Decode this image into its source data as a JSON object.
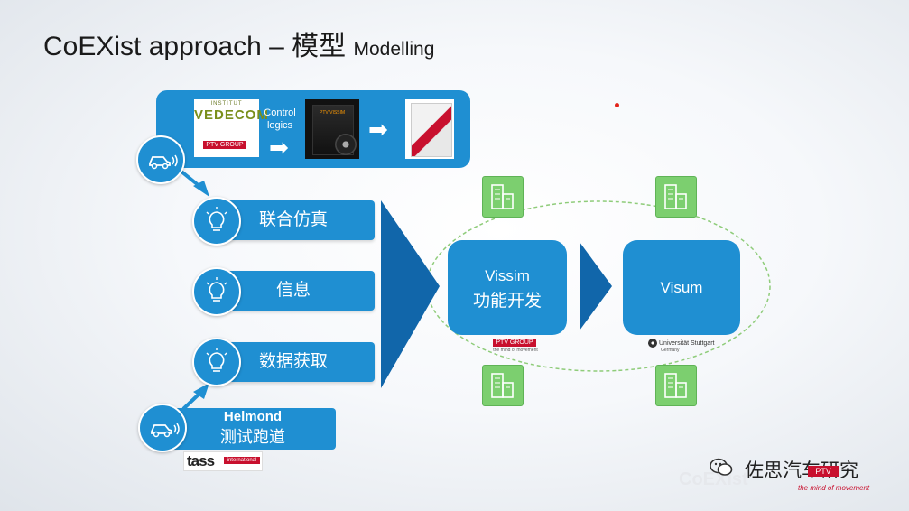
{
  "title": {
    "main": "CoEXist approach – 模型",
    "sub": "Modelling"
  },
  "top_box": {
    "vedecom_label": "VEDECOM",
    "vedecom_top": "INSTITUT",
    "ptv_label": "PTV GROUP",
    "control_logics": [
      "Control",
      "logics"
    ],
    "software_box_label": "PTV VISSIM"
  },
  "inputs": [
    {
      "label": "联合仿真"
    },
    {
      "label": "信息"
    },
    {
      "label": "数据获取"
    }
  ],
  "helmond": {
    "line1": "Helmond",
    "line2": "测试跑道"
  },
  "tass": {
    "name": "tass",
    "tag": "international"
  },
  "vissim": {
    "name": "Vissim",
    "caption": "功能开发"
  },
  "visum": {
    "name": "Visum"
  },
  "ptv_logo2": "PTV GROUP",
  "ptv_tag2": "the mind of movement",
  "uni_logo": "Universität Stuttgart",
  "uni_sub": "Germany",
  "watermark": "CoEXist",
  "wechat_name": "佐思汽车研究",
  "ptv_corner": "PTV",
  "motto": "the mind of movement",
  "colors": {
    "accent": "#1f8fd2",
    "dark_accent": "#1166aa",
    "green": "#7ccf6f",
    "brand_red": "#c8102e"
  }
}
